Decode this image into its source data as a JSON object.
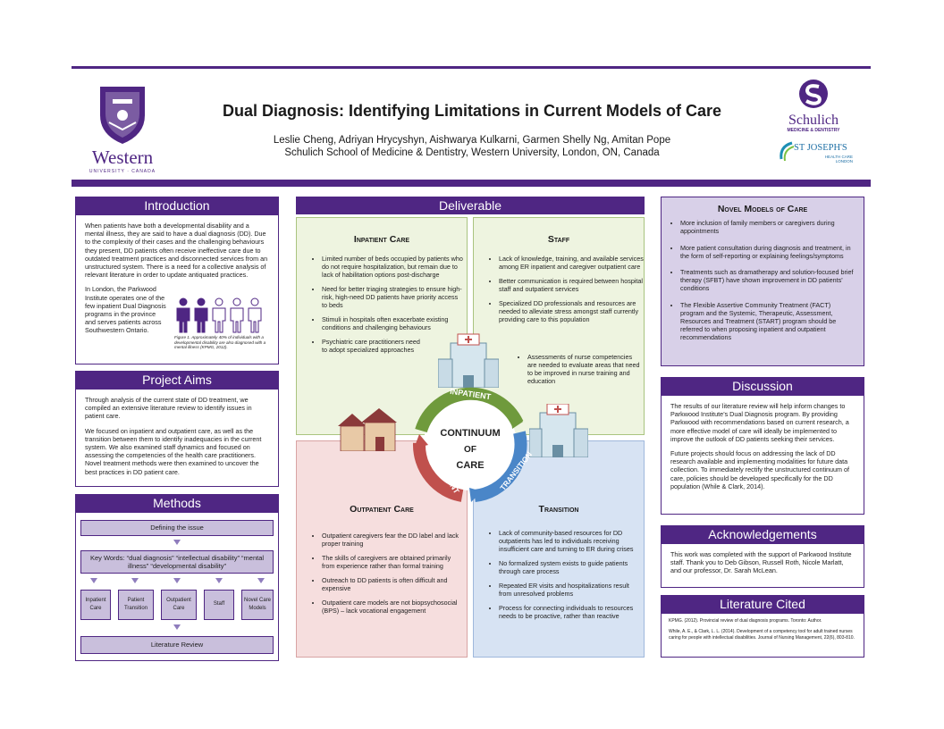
{
  "header": {
    "title": "Dual Diagnosis: Identifying Limitations in Current Models of Care",
    "authors": "Leslie Cheng, Adriyan Hrycyshyn, Aishwarya Kulkarni, Garmen Shelly Ng, Amitan Pope",
    "affiliation": "Schulich School of Medicine & Dentistry, Western University, London, ON, Canada",
    "logo_left_name": "Western",
    "logo_left_sub": "UNIVERSITY · CANADA",
    "logo_right_name": "Schulich",
    "logo_right_sub": "MEDICINE & DENTISTRY",
    "logo_right2_name": "ST JOSEPH'S",
    "logo_right2_sub": "HEALTH CARE LONDON"
  },
  "introduction": {
    "heading": "Introduction",
    "p1": "When patients have both a developmental disability and a mental illness, they are said to have a dual diagnosis (DD). Due to the complexity of their cases and the challenging behaviours they present, DD patients often receive ineffective care due to outdated treatment practices and disconnected services from an unstructured system. There is a need for a collective analysis of relevant literature in order to update antiquated practices.",
    "p2": "In London, the Parkwood Institute operates one of the few inpatient Dual Diagnosis programs in the province and serves patients across Southwestern Ontario.",
    "figure_caption": "Figure 1. Approximately 40% of individuals with a developmental disability are also diagnosed with a mental illness (KPMG, 2012).",
    "filled_people": 2,
    "total_people": 5
  },
  "project_aims": {
    "heading": "Project Aims",
    "p1": "Through analysis of the current state of DD treatment, we compiled an extensive literature review to identify issues in patient care.",
    "p2": "We focused on inpatient and outpatient care, as well as the transition between them to identify inadequacies in the current system. We also examined staff dynamics and focused on assessing the competencies of the health care practitioners. Novel treatment methods were then examined to uncover the best practices in DD patient care."
  },
  "methods": {
    "heading": "Methods",
    "step1": "Defining the issue",
    "step2": "Key Words: “dual diagnosis” “intellectual disability” “mental illness” “developmental disability”",
    "categories": [
      "Inpatient Care",
      "Patient Transition",
      "Outpatient Care",
      "Staff",
      "Novel Care Models"
    ],
    "step3": "Literature Review"
  },
  "deliverable": {
    "heading": "Deliverable",
    "inpatient": {
      "title": "Inpatient Care",
      "items": [
        "Limited number of beds occupied by patients who do not require hospitalization, but remain due to lack of habilitation options post-discharge",
        "Need for better triaging strategies to ensure high-risk, high-need DD patients have priority access to beds",
        "Stimuli in hospitals often exacerbate existing conditions and challenging behaviours",
        "Psychiatric care practitioners need to adopt specialized approaches"
      ]
    },
    "staff": {
      "title": "Staff",
      "items": [
        "Lack of knowledge, training, and available services among ER inpatient and caregiver outpatient care",
        "Better communication is required between hospital staff and outpatient services",
        "Specialized DD professionals and resources are needed to alleviate stress amongst staff currently providing care to this population"
      ],
      "subitem": "Assessments of nurse competencies are needed to evaluate areas that need to be improved in nurse training  and education"
    },
    "outpatient": {
      "title": "Outpatient Care",
      "items": [
        "Outpatient caregivers fear the DD label and lack proper training",
        "The skills of caregivers are obtained primarily from experience rather than formal training",
        "Outreach to DD patients is often difficult and expensive",
        "Outpatient care models are not biopsychosocial (BPS) – lack vocational engagement"
      ]
    },
    "transition": {
      "title": "Transition",
      "items": [
        "Lack of community-based resources for DD outpatients has led to individuals receiving insufficient care and turning to ER during crises",
        "No formalized system exists to guide patients through care process",
        "Repeated ER visits and hospitalizations result from unresolved problems",
        "Process for connecting individuals to resources needs to be proactive, rather than reactive"
      ]
    },
    "cycle": {
      "center_line1": "Continuum",
      "center_line2": "of",
      "center_line3": "Care",
      "arc_inpatient": "INPATIENT",
      "arc_transition": "TRANSITION",
      "arc_outpatient": "OUTPATIENT"
    }
  },
  "novel_models": {
    "heading": "Novel Models of Care",
    "items": [
      "More inclusion of family members or caregivers during appointments",
      "More patient consultation during diagnosis and treatment, in the form of self-reporting or explaining feelings/symptoms",
      "Treatments such as dramatherapy and solution-focused brief therapy (SFBT) have shown improvement in DD patients’ conditions",
      "The Flexible Assertive Community Treatment (FACT) program and the Systemic, Therapeutic, Assessment, Resources and Treatment (START) program should be referred to when proposing inpatient and outpatient recommendations"
    ]
  },
  "discussion": {
    "heading": "Discussion",
    "p1": "The results of our literature review will help inform changes to Parkwood Institute’s Dual Diagnosis program. By providing Parkwood with recommendations based on current research, a more effective model of care will ideally be implemented to improve the outlook of DD patients seeking their services.",
    "p2": "Future projects should focus on addressing the lack of DD research available and implementing modalities for future data collection. To immediately rectify the unstructured continuum of care, policies should be developed specifically for the DD population (While & Clark, 2014)."
  },
  "acknowledgements": {
    "heading": "Acknowledgements",
    "text": "This work was completed with the support of Parkwood Institute staff. Thank you to Deb Gibson, Russell Roth, Nicole Marlatt, and our professor, Dr. Sarah McLean."
  },
  "literature": {
    "heading": "Literature Cited",
    "ref1": "KPMG. (2012). Provincial review of dual diagnosis programs. Toronto: Author.",
    "ref2": "While, A. E., & Clark, L. L. (2014). Development of a competency tool for adult trained nurses caring for people with intellectual disabilities. Journal of Nursing Management, 22(6), 803-810."
  },
  "colors": {
    "purple": "#4f2683",
    "inpatient_green": "#eef4e0",
    "staff_green": "#eef4e0",
    "outpatient_pink": "#f6dede",
    "transition_blue": "#d7e3f3",
    "arc_green": "#6f9a3c",
    "arc_blue": "#4a86c8",
    "arc_red": "#c0504d"
  }
}
